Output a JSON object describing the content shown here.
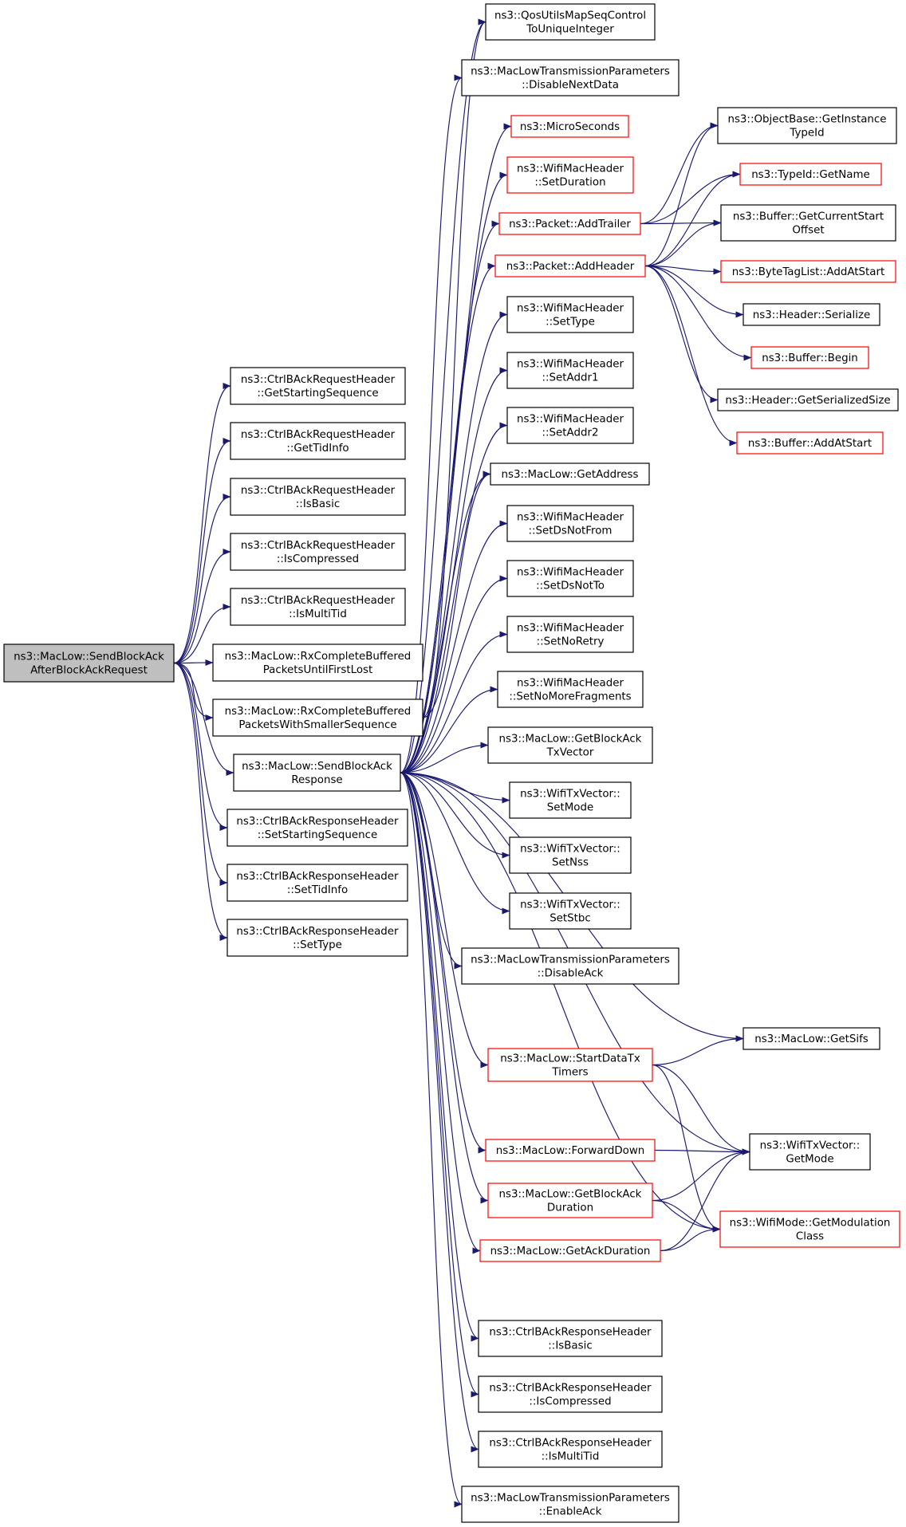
{
  "colors": {
    "edge": "#191970",
    "border_default": "#000000",
    "border_incomplete": "#ff0000",
    "root_fill": "#bfbfbf",
    "node_fill": "#ffffff"
  },
  "nodes": [
    {
      "id": "root",
      "lines": [
        "ns3::MacLow::SendBlockAck",
        "AfterBlockAckRequest"
      ],
      "style": "root"
    },
    {
      "id": "c1",
      "lines": [
        "ns3::CtrlBAckRequestHeader",
        "::GetStartingSequence"
      ],
      "style": "normal"
    },
    {
      "id": "c2",
      "lines": [
        "ns3::CtrlBAckRequestHeader",
        "::GetTidInfo"
      ],
      "style": "normal"
    },
    {
      "id": "c3",
      "lines": [
        "ns3::CtrlBAckRequestHeader",
        "::IsBasic"
      ],
      "style": "normal"
    },
    {
      "id": "c4",
      "lines": [
        "ns3::CtrlBAckRequestHeader",
        "::IsCompressed"
      ],
      "style": "normal"
    },
    {
      "id": "c5",
      "lines": [
        "ns3::CtrlBAckRequestHeader",
        "::IsMultiTid"
      ],
      "style": "normal"
    },
    {
      "id": "c6",
      "lines": [
        "ns3::MacLow::RxCompleteBuffered",
        "PacketsUntilFirstLost"
      ],
      "style": "normal"
    },
    {
      "id": "c7",
      "lines": [
        "ns3::MacLow::RxCompleteBuffered",
        "PacketsWithSmallerSequence"
      ],
      "style": "normal"
    },
    {
      "id": "c8",
      "lines": [
        "ns3::MacLow::SendBlockAck",
        "Response"
      ],
      "style": "normal"
    },
    {
      "id": "c9",
      "lines": [
        "ns3::CtrlBAckResponseHeader",
        "::SetStartingSequence"
      ],
      "style": "normal"
    },
    {
      "id": "c10",
      "lines": [
        "ns3::CtrlBAckResponseHeader",
        "::SetTidInfo"
      ],
      "style": "normal"
    },
    {
      "id": "c11",
      "lines": [
        "ns3::CtrlBAckResponseHeader",
        "::SetType"
      ],
      "style": "normal"
    },
    {
      "id": "m1",
      "lines": [
        "ns3::QosUtilsMapSeqControl",
        "ToUniqueInteger"
      ],
      "style": "normal"
    },
    {
      "id": "m2",
      "lines": [
        "ns3::MacLowTransmissionParameters",
        "::DisableNextData"
      ],
      "style": "normal"
    },
    {
      "id": "m3",
      "lines": [
        "ns3::MicroSeconds"
      ],
      "style": "incomplete"
    },
    {
      "id": "m4",
      "lines": [
        "ns3::WifiMacHeader",
        "::SetDuration"
      ],
      "style": "incomplete"
    },
    {
      "id": "m5",
      "lines": [
        "ns3::Packet::AddTrailer"
      ],
      "style": "incomplete"
    },
    {
      "id": "m6",
      "lines": [
        "ns3::Packet::AddHeader"
      ],
      "style": "incomplete"
    },
    {
      "id": "m7",
      "lines": [
        "ns3::WifiMacHeader",
        "::SetType"
      ],
      "style": "normal"
    },
    {
      "id": "m8",
      "lines": [
        "ns3::WifiMacHeader",
        "::SetAddr1"
      ],
      "style": "normal"
    },
    {
      "id": "m9",
      "lines": [
        "ns3::WifiMacHeader",
        "::SetAddr2"
      ],
      "style": "normal"
    },
    {
      "id": "m10",
      "lines": [
        "ns3::MacLow::GetAddress"
      ],
      "style": "normal"
    },
    {
      "id": "m11",
      "lines": [
        "ns3::WifiMacHeader",
        "::SetDsNotFrom"
      ],
      "style": "normal"
    },
    {
      "id": "m12",
      "lines": [
        "ns3::WifiMacHeader",
        "::SetDsNotTo"
      ],
      "style": "normal"
    },
    {
      "id": "m13",
      "lines": [
        "ns3::WifiMacHeader",
        "::SetNoRetry"
      ],
      "style": "normal"
    },
    {
      "id": "m14",
      "lines": [
        "ns3::WifiMacHeader",
        "::SetNoMoreFragments"
      ],
      "style": "normal"
    },
    {
      "id": "m15",
      "lines": [
        "ns3::MacLow::GetBlockAck",
        "TxVector"
      ],
      "style": "normal"
    },
    {
      "id": "m16",
      "lines": [
        "ns3::WifiTxVector::",
        "SetMode"
      ],
      "style": "normal"
    },
    {
      "id": "m17",
      "lines": [
        "ns3::WifiTxVector::",
        "SetNss"
      ],
      "style": "normal"
    },
    {
      "id": "m18",
      "lines": [
        "ns3::WifiTxVector::",
        "SetStbc"
      ],
      "style": "normal"
    },
    {
      "id": "m19",
      "lines": [
        "ns3::MacLowTransmissionParameters",
        "::DisableAck"
      ],
      "style": "normal"
    },
    {
      "id": "m20",
      "lines": [
        "ns3::MacLow::StartDataTx",
        "Timers"
      ],
      "style": "incomplete"
    },
    {
      "id": "m21",
      "lines": [
        "ns3::MacLow::ForwardDown"
      ],
      "style": "incomplete"
    },
    {
      "id": "m22",
      "lines": [
        "ns3::MacLow::GetBlockAck",
        "Duration"
      ],
      "style": "incomplete"
    },
    {
      "id": "m23",
      "lines": [
        "ns3::MacLow::GetAckDuration"
      ],
      "style": "incomplete"
    },
    {
      "id": "m24",
      "lines": [
        "ns3::CtrlBAckResponseHeader",
        "::IsBasic"
      ],
      "style": "normal"
    },
    {
      "id": "m25",
      "lines": [
        "ns3::CtrlBAckResponseHeader",
        "::IsCompressed"
      ],
      "style": "normal"
    },
    {
      "id": "m26",
      "lines": [
        "ns3::CtrlBAckResponseHeader",
        "::IsMultiTid"
      ],
      "style": "normal"
    },
    {
      "id": "m27",
      "lines": [
        "ns3::MacLowTransmissionParameters",
        "::EnableAck"
      ],
      "style": "normal"
    },
    {
      "id": "r1",
      "lines": [
        "ns3::ObjectBase::GetInstance",
        "TypeId"
      ],
      "style": "normal"
    },
    {
      "id": "r2",
      "lines": [
        "ns3::TypeId::GetName"
      ],
      "style": "incomplete"
    },
    {
      "id": "r3",
      "lines": [
        "ns3::Buffer::GetCurrentStart",
        "Offset"
      ],
      "style": "normal"
    },
    {
      "id": "r4",
      "lines": [
        "ns3::ByteTagList::AddAtStart"
      ],
      "style": "incomplete"
    },
    {
      "id": "r5",
      "lines": [
        "ns3::Header::Serialize"
      ],
      "style": "normal"
    },
    {
      "id": "r6",
      "lines": [
        "ns3::Buffer::Begin"
      ],
      "style": "incomplete"
    },
    {
      "id": "r7",
      "lines": [
        "ns3::Header::GetSerializedSize"
      ],
      "style": "normal"
    },
    {
      "id": "r8",
      "lines": [
        "ns3::Buffer::AddAtStart"
      ],
      "style": "incomplete"
    },
    {
      "id": "r9",
      "lines": [
        "ns3::MacLow::GetSifs"
      ],
      "style": "normal"
    },
    {
      "id": "r10",
      "lines": [
        "ns3::WifiTxVector::",
        "GetMode"
      ],
      "style": "normal"
    },
    {
      "id": "r11",
      "lines": [
        "ns3::WifiMode::GetModulation",
        "Class"
      ],
      "style": "incomplete"
    }
  ],
  "edges": [
    [
      "root",
      "c1"
    ],
    [
      "root",
      "c2"
    ],
    [
      "root",
      "c3"
    ],
    [
      "root",
      "c4"
    ],
    [
      "root",
      "c5"
    ],
    [
      "root",
      "c6"
    ],
    [
      "root",
      "c7"
    ],
    [
      "root",
      "c8"
    ],
    [
      "root",
      "c9"
    ],
    [
      "root",
      "c10"
    ],
    [
      "root",
      "c11"
    ],
    [
      "c7",
      "m1"
    ],
    [
      "c7",
      "m10"
    ],
    [
      "c8",
      "m1"
    ],
    [
      "c8",
      "m2"
    ],
    [
      "c8",
      "m3"
    ],
    [
      "c8",
      "m4"
    ],
    [
      "c8",
      "m5"
    ],
    [
      "c8",
      "m6"
    ],
    [
      "c8",
      "m7"
    ],
    [
      "c8",
      "m8"
    ],
    [
      "c8",
      "m9"
    ],
    [
      "c8",
      "m10"
    ],
    [
      "c8",
      "m11"
    ],
    [
      "c8",
      "m12"
    ],
    [
      "c8",
      "m13"
    ],
    [
      "c8",
      "m14"
    ],
    [
      "c8",
      "m15"
    ],
    [
      "c8",
      "m16"
    ],
    [
      "c8",
      "m17"
    ],
    [
      "c8",
      "m18"
    ],
    [
      "c8",
      "m19"
    ],
    [
      "c8",
      "m20"
    ],
    [
      "c8",
      "m21"
    ],
    [
      "c8",
      "m22"
    ],
    [
      "c8",
      "m23"
    ],
    [
      "c8",
      "m24"
    ],
    [
      "c8",
      "m25"
    ],
    [
      "c8",
      "m26"
    ],
    [
      "c8",
      "m27"
    ],
    [
      "c8",
      "r9"
    ],
    [
      "c8",
      "r10"
    ],
    [
      "c8",
      "r11"
    ],
    [
      "m5",
      "r1"
    ],
    [
      "m5",
      "r2"
    ],
    [
      "m5",
      "r3"
    ],
    [
      "m6",
      "r1"
    ],
    [
      "m6",
      "r2"
    ],
    [
      "m6",
      "r3"
    ],
    [
      "m6",
      "r4"
    ],
    [
      "m6",
      "r5"
    ],
    [
      "m6",
      "r6"
    ],
    [
      "m6",
      "r7"
    ],
    [
      "m6",
      "r8"
    ],
    [
      "m20",
      "r9"
    ],
    [
      "m20",
      "r10"
    ],
    [
      "m20",
      "r11"
    ],
    [
      "m21",
      "r10"
    ],
    [
      "m22",
      "r10"
    ],
    [
      "m22",
      "r11"
    ],
    [
      "m23",
      "r10"
    ],
    [
      "m23",
      "r11"
    ]
  ]
}
